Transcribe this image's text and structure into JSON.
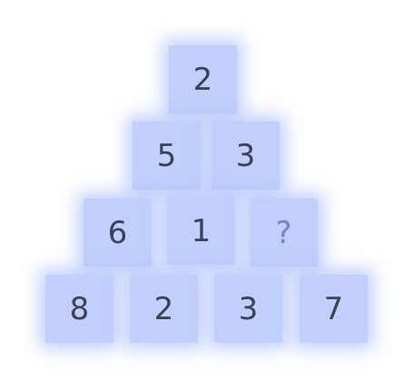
{
  "puzzle": {
    "rows": [
      [
        "2"
      ],
      [
        "5",
        "3"
      ],
      [
        "6",
        "1",
        "?"
      ],
      [
        "8",
        "2",
        "3",
        "7"
      ]
    ]
  },
  "colors": {
    "tile": "#c2cffc",
    "text": "#3c4256",
    "unknown_text": "#6f86d8",
    "glow": "#aabcfa"
  }
}
